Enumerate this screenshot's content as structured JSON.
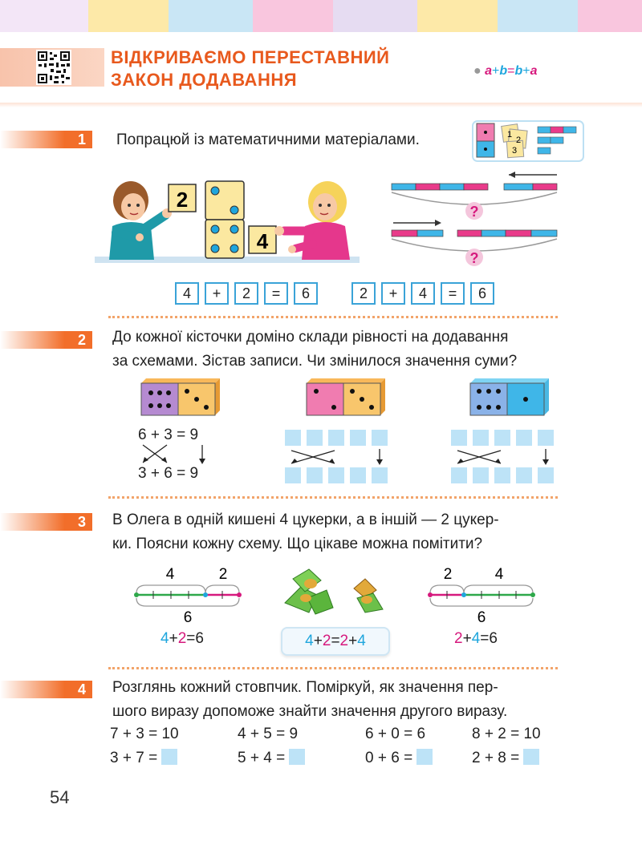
{
  "header": {
    "title_line1": "ВІДКРИВАЄМО ПЕРЕСТАВНИЙ",
    "title_line2": "ЗАКОН ДОДАВАННЯ",
    "formula": {
      "a1": "a",
      "plus1": "+",
      "b1": "b",
      "eq": "=",
      "b2": "b",
      "plus2": "+",
      "a2": "a"
    }
  },
  "colors": {
    "accent": "#e8591d",
    "blue": "#1fa6dd",
    "pink": "#d6197d",
    "box_border": "#3aa3d8"
  },
  "task1": {
    "number": "1",
    "text": "Попрацюй із математичними матеріалами.",
    "card_left": "2",
    "card_right": "4",
    "question_mark": "?",
    "legend_cards": [
      "1",
      "2",
      "3"
    ],
    "equation1": [
      "4",
      "+",
      "2",
      "=",
      "6"
    ],
    "equation2": [
      "2",
      "+",
      "4",
      "=",
      "6"
    ]
  },
  "task2": {
    "number": "2",
    "line1": "До кожної кісточки доміно склади рівності на додавання",
    "line2": "за схемами. Зістав записи. Чи змінилося значення суми?",
    "example_top": "6 + 3 = 9",
    "example_bottom": "3 + 6 = 9"
  },
  "task3": {
    "number": "3",
    "line1": "В Олега в одній кишені 4 цукерки, а в іншій — 2 цукер-",
    "line2": "ки. Поясни кожну схему. Що цікаве можна помітити?",
    "left_scheme": {
      "a": "4",
      "b": "2",
      "total": "6"
    },
    "right_scheme": {
      "a": "2",
      "b": "4",
      "total": "6"
    },
    "left_formula": {
      "a": "4",
      "plus": "+",
      "b": "2",
      "eq": "=",
      "total": "6"
    },
    "right_formula": {
      "a": "2",
      "plus": "+",
      "b": "4",
      "eq": "=",
      "total": "6"
    },
    "middle_formula": {
      "a": "4",
      "plus1": "+",
      "b": "2",
      "eq": "=",
      "c": "2",
      "plus2": "+",
      "d": "4"
    }
  },
  "task4": {
    "number": "4",
    "line1": "Розглянь кожний стовпчик. Поміркуй, як значення пер-",
    "line2": "шого виразу допоможе знайти значення другого виразу.",
    "columns": [
      {
        "first": "7 + 3 = 10",
        "second": "3 + 7 ="
      },
      {
        "first": "4 + 5 = 9",
        "second": "5 + 4 ="
      },
      {
        "first": "6 + 0 = 6",
        "second": "0 + 6 ="
      },
      {
        "first": "8 + 2 = 10",
        "second": "2 + 8 ="
      }
    ]
  },
  "page_number": "54"
}
